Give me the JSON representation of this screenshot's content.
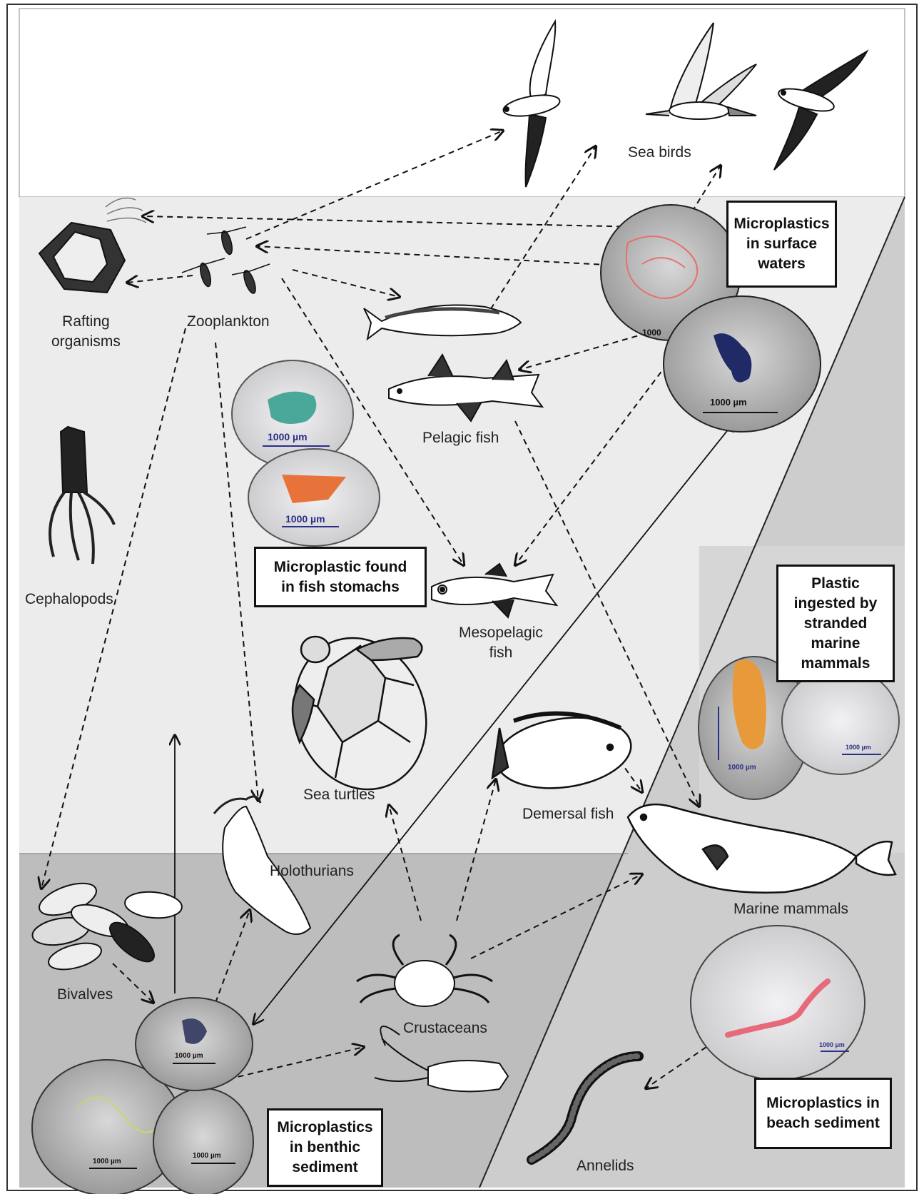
{
  "labels": {
    "sea_birds": "Sea birds",
    "rafting_organisms": "Rafting\norganisms",
    "zooplankton": "Zooplankton",
    "pelagic_fish": "Pelagic fish",
    "cephalopods": "Cephalopods",
    "mesopelagic_fish": "Mesopelagic\nfish",
    "sea_turtles": "Sea turtles",
    "demersal_fish": "Demersal fish",
    "holothurians": "Holothurians",
    "marine_mammals": "Marine mammals",
    "bivalves": "Bivalves",
    "crustaceans": "Crustaceans",
    "annelids": "Annelids"
  },
  "boxes": {
    "surface": "Microplastics\nin surface\nwaters",
    "fish_stomachs": "Microplastic found\nin fish stomachs",
    "stranded_mammals": "Plastic\ningested by\nstranded\nmarine\nmammals",
    "benthic": "Microplastics\nin benthic\nsediment",
    "beach": "Microplastics in\nbeach sediment"
  },
  "scale_labels": {
    "surface_red": "1000",
    "surface_blue": "1000 µm",
    "stomach_green": "1000 µm",
    "stomach_orange": "1000 µm",
    "mammal_orange": "1000 µm",
    "mammal_pink": "1000 µm",
    "benthic_small": "1000 µm",
    "benthic_large_left": "1000 µm",
    "benthic_large_right": "1000 µm",
    "beach_pink": "1000 µm"
  },
  "colors": {
    "surface_zone": "#ececec",
    "benthic_zone": "#bdbdbd",
    "beach_zone": "#c9c9c9",
    "mammal_zone": "#d9d9d9",
    "arrow": "#111111"
  }
}
